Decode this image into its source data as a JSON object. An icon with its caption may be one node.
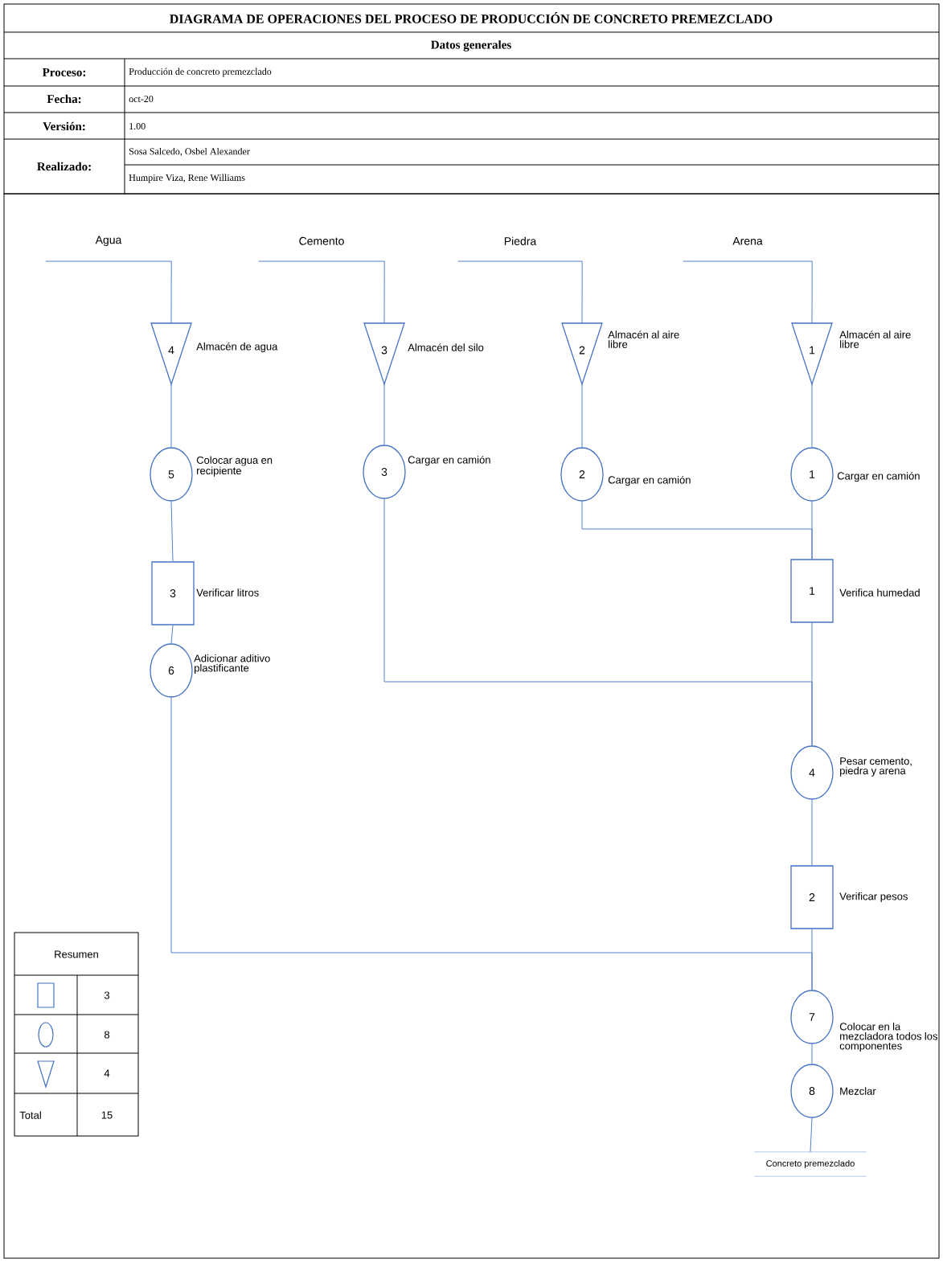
{
  "diagram": {
    "title": "DIAGRAMA DE OPERACIONES DEL PROCESO DE PRODUCCIÓN DE CONCRETO PREMEZCLADO",
    "nodes": [
      {
        "text": [
          "Agua"
        ]
      },
      {
        "text": [
          "Cemento"
        ]
      },
      {
        "text": [
          "Piedra"
        ]
      },
      {
        "text": [
          "Arena"
        ]
      },
      {
        "text": [
          "4"
        ],
        "beside": [
          "Almacén de agua"
        ]
      },
      {
        "text": [
          "5"
        ],
        "beside": [
          "Colocar agua en recipiente"
        ]
      },
      {
        "text": [
          "3"
        ],
        "beside": [
          "Verificar litros"
        ]
      },
      {
        "text": [
          "6"
        ],
        "beside": [
          "Adicionar aditivo plastificante"
        ]
      },
      {
        "text": [
          "3"
        ],
        "beside": [
          "Almacén del silo"
        ]
      },
      {
        "text": [
          "3"
        ],
        "beside": [
          "Cargar en camión"
        ]
      },
      {
        "text": [
          "2"
        ],
        "beside": [
          "Almacén al aire libre"
        ]
      },
      {
        "text": [
          "2"
        ],
        "beside": [
          "Cargar en camión"
        ]
      },
      {
        "text": [
          "1"
        ],
        "beside": [
          "Almacén al aire libre"
        ]
      },
      {
        "text": [
          "1"
        ],
        "beside": [
          "Cargar en camión"
        ]
      },
      {
        "text": [
          "1"
        ],
        "beside": [
          "Verifica humedad"
        ]
      },
      {
        "text": [
          "4"
        ],
        "beside": [
          "Pesar cemento, piedra y arena"
        ]
      },
      {
        "text": [
          "2"
        ],
        "beside": [
          "Verificar pesos"
        ]
      },
      {
        "text": [
          "7"
        ],
        "beside": [
          "Colocar en la mezcladora todos los componentes"
        ]
      },
      {
        "text": [
          "8"
        ],
        "beside": [
          "Mezclar"
        ]
      },
      {
        "text": [
          "Concreto premezclado"
        ]
      }
    ],
    "edges": [
      {
        "from": 0,
        "to": 4,
        "arrow": "none"
      },
      {
        "from": 4,
        "to": 5,
        "arrow": "none"
      },
      {
        "from": 5,
        "to": 6,
        "arrow": "none"
      },
      {
        "from": 6,
        "to": 7,
        "arrow": "none"
      },
      {
        "from": 1,
        "to": 8,
        "arrow": "none"
      },
      {
        "from": 8,
        "to": 9,
        "arrow": "none"
      },
      {
        "from": 2,
        "to": 10,
        "arrow": "none"
      },
      {
        "from": 10,
        "to": 11,
        "arrow": "none"
      },
      {
        "from": 3,
        "to": 12,
        "arrow": "none"
      },
      {
        "from": 12,
        "to": 13,
        "arrow": "none"
      },
      {
        "from": 13,
        "to": 14,
        "arrow": "none"
      },
      {
        "from": 11,
        "to": 14,
        "arrow": "none"
      },
      {
        "from": 14,
        "to": 15,
        "arrow": "none"
      },
      {
        "from": 9,
        "to": 15,
        "arrow": "none"
      },
      {
        "from": 15,
        "to": 16,
        "arrow": "none"
      },
      {
        "from": 16,
        "to": 17,
        "arrow": "none"
      },
      {
        "from": 7,
        "to": 17,
        "arrow": "none"
      },
      {
        "from": 17,
        "to": 18,
        "arrow": "none"
      },
      {
        "from": 18,
        "to": 19,
        "arrow": "none"
      }
    ],
    "labels": [
      "Datos generales",
      "Proceso:",
      "Producción de concreto premezclado",
      "Fecha:",
      "oct-20",
      "Versión:",
      "1.00",
      "Realizado:",
      "Sosa Salcedo, Osbel Alexander",
      "Humpire Viza, Rene Williams",
      "Resumen",
      "3",
      "8",
      "4",
      "Total",
      "15"
    ]
  }
}
